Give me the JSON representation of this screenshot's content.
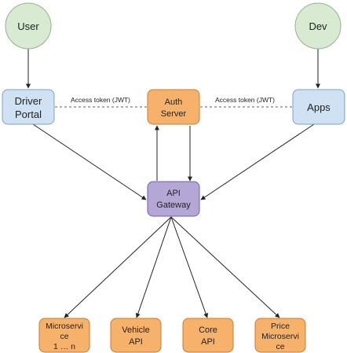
{
  "colors": {
    "circle_fill": "#d9ead3",
    "circle_stroke": "#93b48b",
    "blue_fill": "#cfe2f3",
    "blue_stroke": "#7da0c9",
    "orange_fill": "#f6b26b",
    "orange_stroke": "#c97b2e",
    "purple_fill": "#b4a7d6",
    "purple_stroke": "#6f5ea8",
    "line": "#222222"
  },
  "nodes": {
    "user": {
      "lines": [
        "User"
      ]
    },
    "dev": {
      "lines": [
        "Dev"
      ]
    },
    "driver_portal": {
      "lines": [
        "Driver",
        "Portal"
      ]
    },
    "auth_server": {
      "lines": [
        "Auth",
        "Server"
      ]
    },
    "apps": {
      "lines": [
        "Apps"
      ]
    },
    "api_gateway": {
      "lines": [
        "API",
        "Gateway"
      ]
    },
    "microservice": {
      "lines": [
        "Microservi",
        "ce",
        "1 … n"
      ]
    },
    "vehicle_api": {
      "lines": [
        "Vehicle",
        "API"
      ]
    },
    "core_api": {
      "lines": [
        "Core",
        "API"
      ]
    },
    "price_microservice": {
      "lines": [
        "Price",
        "Microservi",
        "ce"
      ]
    }
  },
  "edges": {
    "portal_auth_label": "Access token (JWT)",
    "auth_apps_label": "Access token (JWT)"
  }
}
